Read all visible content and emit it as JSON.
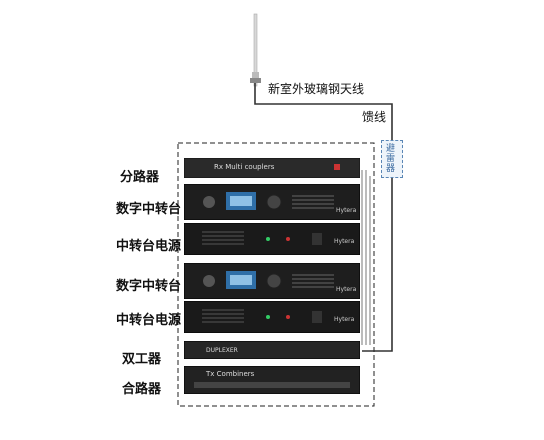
{
  "antenna_label": "新室外玻璃钢天线",
  "feeder_label": "馈线",
  "arrester_chars": [
    "避",
    "雷",
    "器"
  ],
  "labels": {
    "splitter": "分路器",
    "digital_repeater_1": "数字中转台",
    "repeater_psu_1": "中转台电源",
    "digital_repeater_2": "数字中转台",
    "repeater_psu_2": "中转台电源",
    "duplexer": "双工器",
    "combiner": "合路器"
  },
  "devices": {
    "splitter_text": "Rx Multi couplers",
    "repeater_brand": "Hytera",
    "psu_brand": "Hytera",
    "duplexer_text": "DUPLEXER",
    "combiner_text": "Tx Combiners"
  }
}
